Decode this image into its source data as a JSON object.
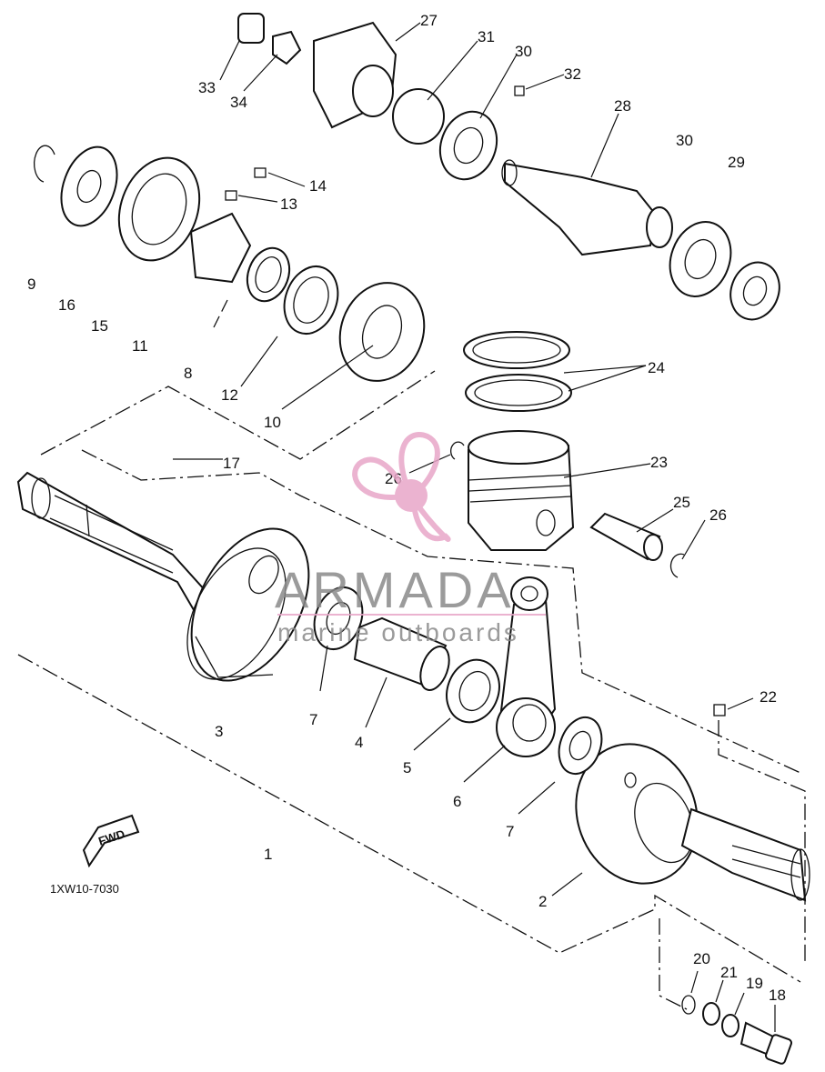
{
  "callouts": [
    {
      "id": "c1",
      "label": "1"
    },
    {
      "id": "c2",
      "label": "2"
    },
    {
      "id": "c3",
      "label": "3"
    },
    {
      "id": "c4",
      "label": "4"
    },
    {
      "id": "c5",
      "label": "5"
    },
    {
      "id": "c6",
      "label": "6"
    },
    {
      "id": "c7a",
      "label": "7"
    },
    {
      "id": "c7b",
      "label": "7"
    },
    {
      "id": "c8",
      "label": "8"
    },
    {
      "id": "c9",
      "label": "9"
    },
    {
      "id": "c10",
      "label": "10"
    },
    {
      "id": "c11",
      "label": "11"
    },
    {
      "id": "c12",
      "label": "12"
    },
    {
      "id": "c13",
      "label": "13"
    },
    {
      "id": "c14",
      "label": "14"
    },
    {
      "id": "c15",
      "label": "15"
    },
    {
      "id": "c16",
      "label": "16"
    },
    {
      "id": "c17",
      "label": "17"
    },
    {
      "id": "c18",
      "label": "18"
    },
    {
      "id": "c19",
      "label": "19"
    },
    {
      "id": "c20",
      "label": "20"
    },
    {
      "id": "c21",
      "label": "21"
    },
    {
      "id": "c22",
      "label": "22"
    },
    {
      "id": "c23",
      "label": "23"
    },
    {
      "id": "c24",
      "label": "24"
    },
    {
      "id": "c25",
      "label": "25"
    },
    {
      "id": "c26a",
      "label": "26"
    },
    {
      "id": "c26b",
      "label": "26"
    },
    {
      "id": "c27",
      "label": "27"
    },
    {
      "id": "c28",
      "label": "28"
    },
    {
      "id": "c29",
      "label": "29"
    },
    {
      "id": "c30a",
      "label": "30"
    },
    {
      "id": "c30b",
      "label": "30"
    },
    {
      "id": "c31",
      "label": "31"
    },
    {
      "id": "c32",
      "label": "32"
    },
    {
      "id": "c33",
      "label": "33"
    },
    {
      "id": "c34",
      "label": "34"
    }
  ],
  "fwd_label": "FWD",
  "drawing_code": "1XW10-7030",
  "watermark": {
    "brand": "ARMADA",
    "tagline": "marine outboards",
    "icon": "propeller-icon",
    "color": "#e8a6c8"
  },
  "colors": {
    "ink": "#111111",
    "watermark_gray": "#8a8a8a",
    "watermark_pink": "#e8a6c8"
  }
}
